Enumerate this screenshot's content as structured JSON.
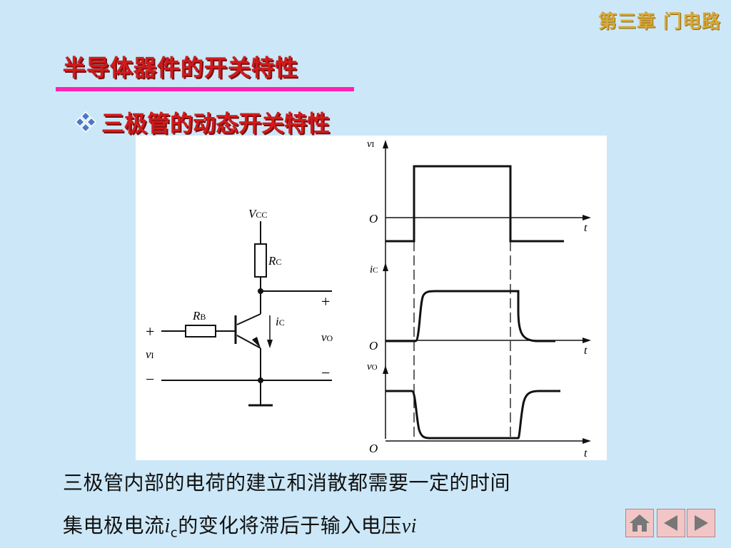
{
  "header": {
    "chapter": "第三章 门电路"
  },
  "slide": {
    "title": "半导体器件的开关特性",
    "subtitle": "三极管的动态开关特性"
  },
  "circuit": {
    "vcc": "V",
    "vcc_sub": "CC",
    "rc": "R",
    "rc_sub": "C",
    "rb": "R",
    "rb_sub": "B",
    "ic": "i",
    "ic_sub": "C",
    "vi": "v",
    "vi_sub": "I",
    "vo": "v",
    "vo_sub": "O",
    "plus": "+",
    "minus": "−"
  },
  "waveforms": {
    "vi_label": "v",
    "vi_sub": "I",
    "ic_label": "i",
    "ic_sub": "C",
    "vo_label": "v",
    "vo_sub": "O",
    "origin": "O",
    "time": "t"
  },
  "caption": {
    "line1": "三极管内部的电荷的建立和消散都需要一定的时间",
    "line2_pre": "集电极电流",
    "line2_var": "i",
    "line2_sub": "c",
    "line2_post": "的变化将滞后于输入电压",
    "line2_end": "vi"
  },
  "colors": {
    "background": "#cce8f8",
    "title": "#d21a1a",
    "underline": "#ff22b4",
    "chapter": "#d9a83a",
    "nav": "#f2c6c6"
  },
  "icons": {
    "bullet": "diamond-bullet-icon",
    "home": "home-icon",
    "prev": "arrow-left-icon",
    "next": "arrow-right-icon"
  }
}
